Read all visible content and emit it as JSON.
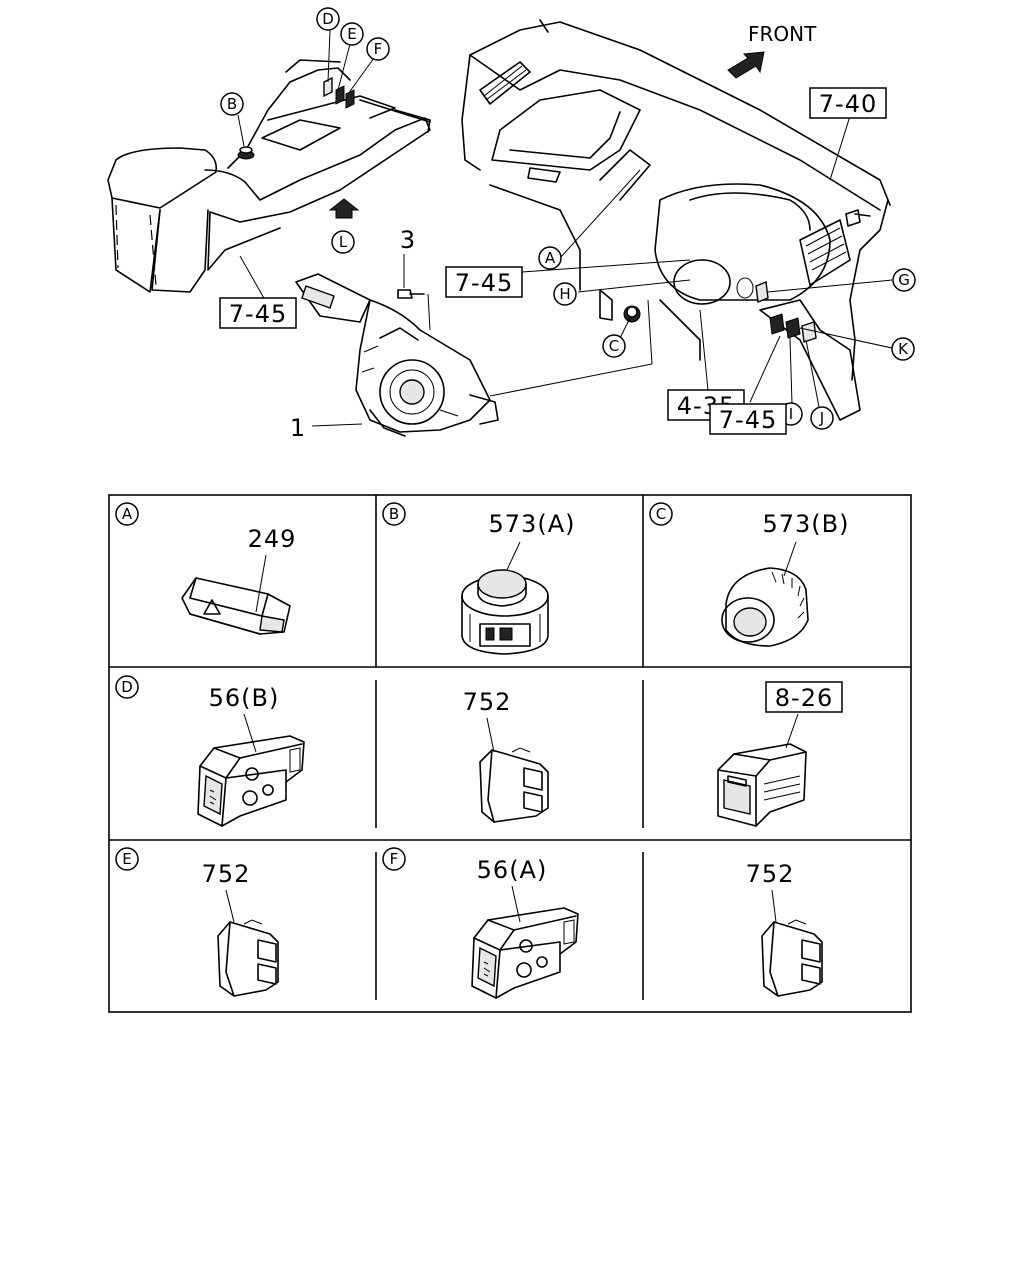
{
  "overview": {
    "front_label": "FRONT",
    "ref_boxes": {
      "console_ref": "7-45",
      "dash_ref": "7-40",
      "mid_ref": "7-45",
      "column_ref": "4-35",
      "lower_ref": "7-45"
    },
    "callouts": {
      "A": "A",
      "B": "B",
      "C": "C",
      "D": "D",
      "E": "E",
      "F": "F",
      "G": "G",
      "H": "H",
      "I": "I",
      "J": "J",
      "K": "K",
      "L": "L"
    },
    "part_numbers": {
      "switch_assembly": "1",
      "screw": "3"
    }
  },
  "detail_grid": {
    "cells": [
      {
        "callout": "A",
        "part": "249"
      },
      {
        "callout": "B",
        "part": "573(A)"
      },
      {
        "callout": "C",
        "part": "573(B)"
      },
      {
        "callout": "D",
        "part": "56(B)"
      },
      {
        "callout": "",
        "part": "752"
      },
      {
        "callout": "",
        "part": "8-26"
      },
      {
        "callout": "E",
        "part": "752"
      },
      {
        "callout": "F",
        "part": "56(A)"
      },
      {
        "callout": "",
        "part": "752"
      }
    ]
  }
}
